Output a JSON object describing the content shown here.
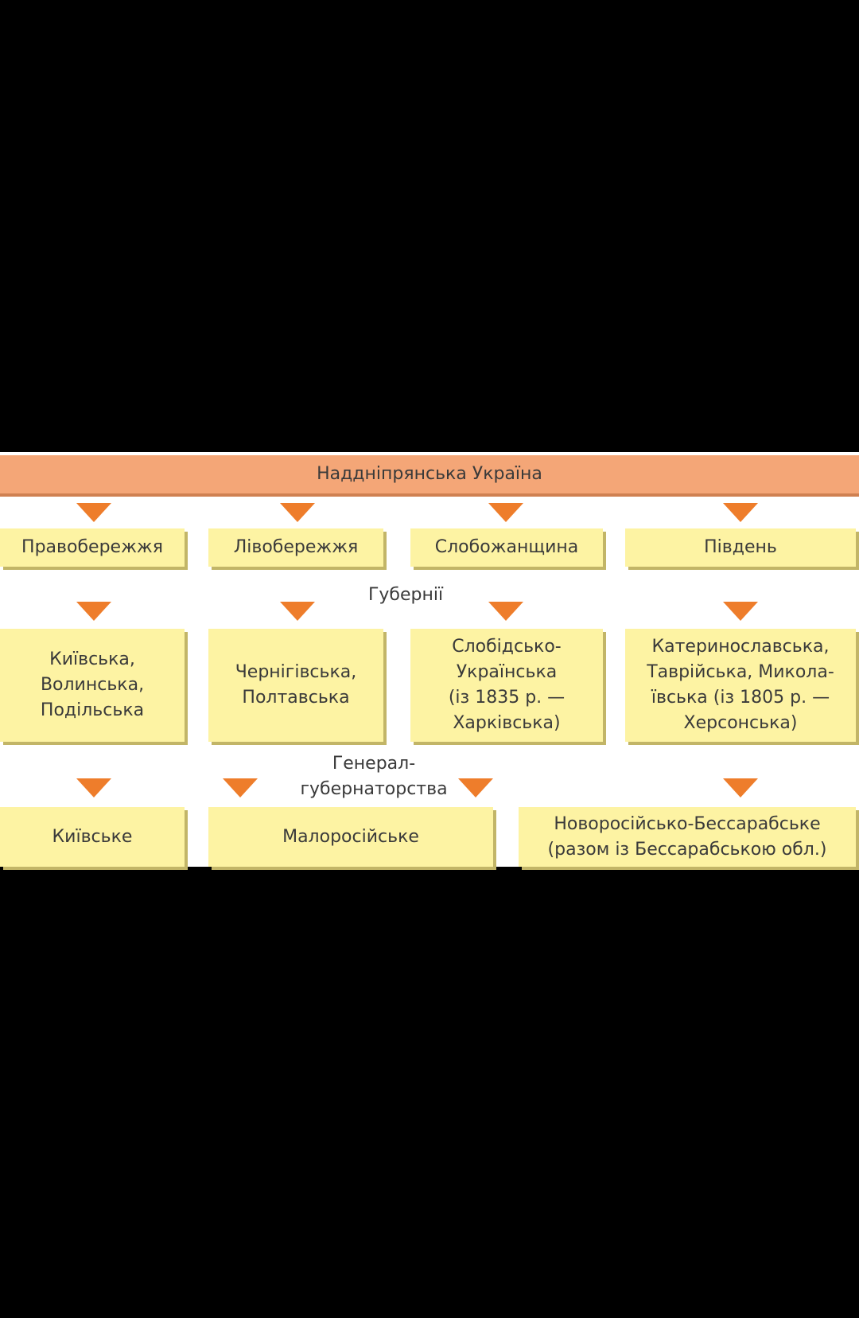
{
  "title": "Наддніпрянська Україна",
  "regions": [
    "Правобережжя",
    "Лівобережжя",
    "Слобожанщина",
    "Південь"
  ],
  "gubernias_label": "Губернії",
  "gubernias": [
    "Київська,\nВолинська,\nПодільська",
    "Чернігівська,\nПолтавська",
    "Слобідсько-\nУкраїнська\n(із 1835 р. —\nХарківська)",
    "Катеринославська,\nТаврійська, Микола-\nївська (із 1805 р. —\nХерсонська)"
  ],
  "gov_label": "Генерал-\nгубернаторства",
  "governorates": [
    "Київське",
    "Малоросійське",
    "Новоросійсько-Бессарабське\n(разом із Бессарабською обл.)"
  ],
  "colors": {
    "title_bg": "#f4a677",
    "box_bg": "#fdf3a3",
    "arrow": "#ee7d2b"
  }
}
